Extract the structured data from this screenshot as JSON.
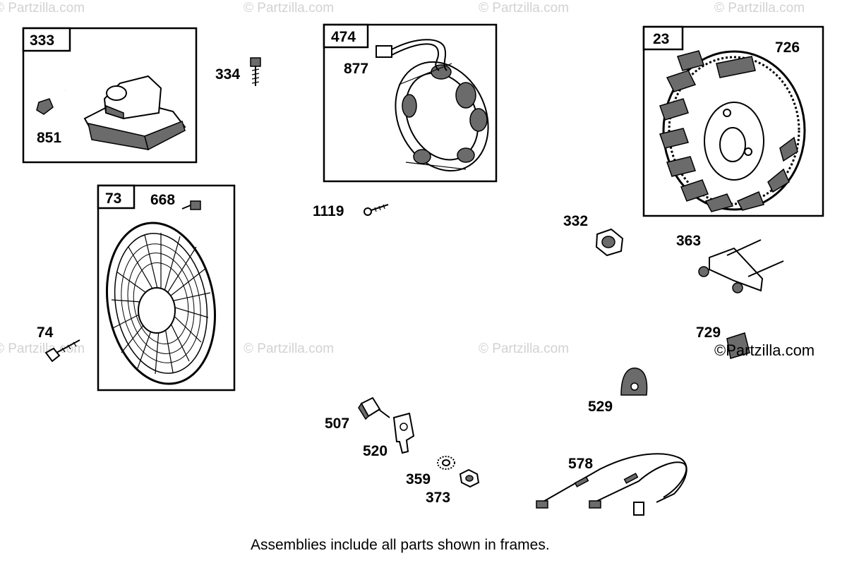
{
  "watermarks": {
    "top": [
      "© Partzilla.com",
      "© Partzilla.com",
      "© Partzilla.com",
      "© Partzilla.com"
    ],
    "middle": [
      "© Partzilla.com",
      "© Partzilla.com",
      "© Partzilla.com"
    ],
    "right": "©Partzilla.com"
  },
  "frames": {
    "ignition_coil": "333",
    "alternator": "474",
    "flywheel": "23",
    "screen": "73"
  },
  "parts": {
    "p851": "851",
    "p334": "334",
    "p877": "877",
    "p1119": "1119",
    "p726": "726",
    "p668": "668",
    "p74": "74",
    "p332": "332",
    "p363": "363",
    "p729": "729",
    "p529": "529",
    "p507": "507",
    "p520": "520",
    "p359": "359",
    "p373": "373",
    "p578": "578"
  },
  "caption": "Assemblies include all parts shown in frames."
}
